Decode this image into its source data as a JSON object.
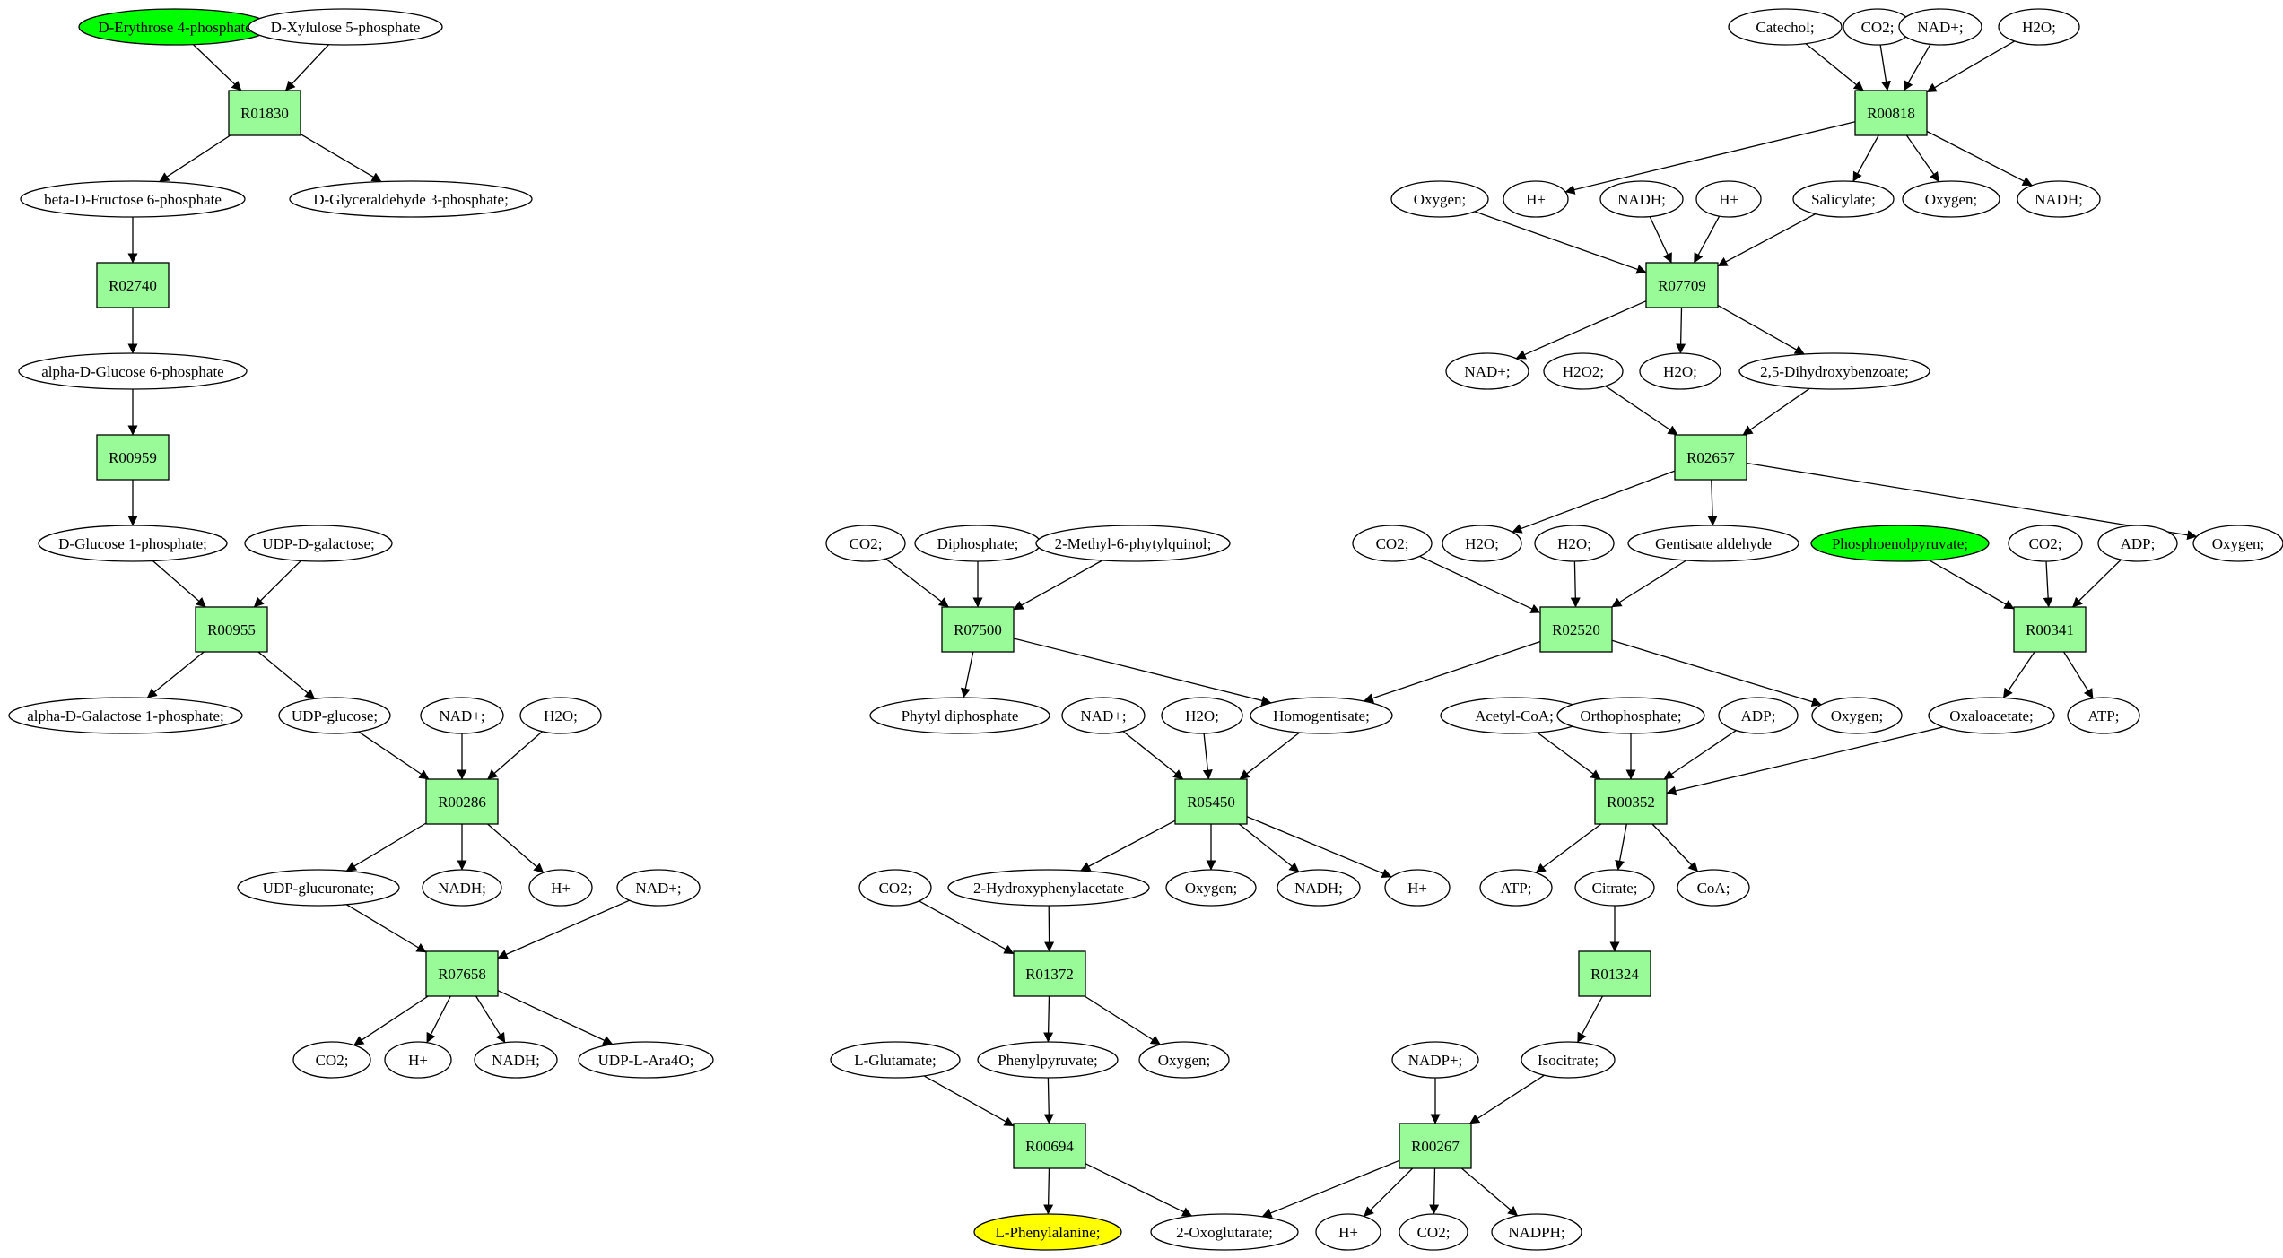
{
  "colors": {
    "reaction_fill": "#98fb98",
    "metabolite_fill": "#ffffff",
    "start_fill": "#00ff00",
    "target_fill": "#ffff00"
  },
  "metabolites": [
    {
      "id": "m1",
      "label": "D-Erythrose 4-phosphate",
      "role": "start"
    },
    {
      "id": "m2",
      "label": "D-Xylulose 5-phosphate"
    },
    {
      "id": "m3",
      "label": "beta-D-Fructose 6-phosphate"
    },
    {
      "id": "m4",
      "label": "D-Glyceraldehyde 3-phosphate;"
    },
    {
      "id": "m5",
      "label": "alpha-D-Glucose 6-phosphate"
    },
    {
      "id": "m6",
      "label": "D-Glucose 1-phosphate;"
    },
    {
      "id": "m7",
      "label": "UDP-D-galactose;"
    },
    {
      "id": "m8",
      "label": "alpha-D-Galactose 1-phosphate;"
    },
    {
      "id": "m9",
      "label": "UDP-glucose;"
    },
    {
      "id": "m10",
      "label": "NAD+;"
    },
    {
      "id": "m11",
      "label": "H2O;"
    },
    {
      "id": "m12",
      "label": "UDP-glucuronate;"
    },
    {
      "id": "m13",
      "label": "NADH;"
    },
    {
      "id": "m14",
      "label": "H+"
    },
    {
      "id": "m15",
      "label": "NAD+;"
    },
    {
      "id": "m16",
      "label": "CO2;"
    },
    {
      "id": "m17",
      "label": "H+"
    },
    {
      "id": "m18",
      "label": "NADH;"
    },
    {
      "id": "m19",
      "label": "UDP-L-Ara4O;"
    },
    {
      "id": "m20",
      "label": "Catechol;"
    },
    {
      "id": "m21",
      "label": "CO2;"
    },
    {
      "id": "m22",
      "label": "NAD+;"
    },
    {
      "id": "m23",
      "label": "H2O;"
    },
    {
      "id": "m24",
      "label": "Oxygen;"
    },
    {
      "id": "m25",
      "label": "H+"
    },
    {
      "id": "m26",
      "label": "NADH;"
    },
    {
      "id": "m27",
      "label": "H+"
    },
    {
      "id": "m28",
      "label": "Salicylate;"
    },
    {
      "id": "m29",
      "label": "Oxygen;"
    },
    {
      "id": "m30",
      "label": "NADH;"
    },
    {
      "id": "m31",
      "label": "NAD+;"
    },
    {
      "id": "m32",
      "label": "H2O2;"
    },
    {
      "id": "m33",
      "label": "H2O;"
    },
    {
      "id": "m34",
      "label": "2,5-Dihydroxybenzoate;"
    },
    {
      "id": "m35",
      "label": "CO2;"
    },
    {
      "id": "m36",
      "label": "Diphosphate;"
    },
    {
      "id": "m37",
      "label": "2-Methyl-6-phytylquinol;"
    },
    {
      "id": "m38",
      "label": "CO2;"
    },
    {
      "id": "m39",
      "label": "H2O;"
    },
    {
      "id": "m40",
      "label": "H2O;"
    },
    {
      "id": "m41",
      "label": "Gentisate aldehyde"
    },
    {
      "id": "m42",
      "label": "Phosphoenolpyruvate;",
      "role": "start"
    },
    {
      "id": "m43",
      "label": "CO2;"
    },
    {
      "id": "m44",
      "label": "ADP;"
    },
    {
      "id": "m45",
      "label": "Oxygen;"
    },
    {
      "id": "m46",
      "label": "Phytyl diphosphate"
    },
    {
      "id": "m47",
      "label": "NAD+;"
    },
    {
      "id": "m48",
      "label": "H2O;"
    },
    {
      "id": "m49",
      "label": "Homogentisate;"
    },
    {
      "id": "m50",
      "label": "Acetyl-CoA;"
    },
    {
      "id": "m51",
      "label": "Orthophosphate;"
    },
    {
      "id": "m52",
      "label": "ADP;"
    },
    {
      "id": "m53",
      "label": "Oxygen;"
    },
    {
      "id": "m54",
      "label": "Oxaloacetate;"
    },
    {
      "id": "m55",
      "label": "ATP;"
    },
    {
      "id": "m56",
      "label": "CO2;"
    },
    {
      "id": "m57",
      "label": "2-Hydroxyphenylacetate"
    },
    {
      "id": "m58",
      "label": "Oxygen;"
    },
    {
      "id": "m59",
      "label": "NADH;"
    },
    {
      "id": "m60",
      "label": "H+"
    },
    {
      "id": "m61",
      "label": "ATP;"
    },
    {
      "id": "m62",
      "label": "Citrate;"
    },
    {
      "id": "m63",
      "label": "CoA;"
    },
    {
      "id": "m64",
      "label": "L-Glutamate;"
    },
    {
      "id": "m65",
      "label": "Phenylpyruvate;"
    },
    {
      "id": "m66",
      "label": "Oxygen;"
    },
    {
      "id": "m67",
      "label": "NADP+;"
    },
    {
      "id": "m68",
      "label": "Isocitrate;"
    },
    {
      "id": "m69",
      "label": "L-Phenylalanine;",
      "role": "target"
    },
    {
      "id": "m70",
      "label": "2-Oxoglutarate;"
    },
    {
      "id": "m71",
      "label": "H+"
    },
    {
      "id": "m72",
      "label": "CO2;"
    },
    {
      "id": "m73",
      "label": "NADPH;"
    }
  ],
  "reactions": [
    {
      "id": "r1",
      "label": "R01830"
    },
    {
      "id": "r2",
      "label": "R02740"
    },
    {
      "id": "r3",
      "label": "R00959"
    },
    {
      "id": "r4",
      "label": "R00955"
    },
    {
      "id": "r5",
      "label": "R00286"
    },
    {
      "id": "r6",
      "label": "R07658"
    },
    {
      "id": "r7",
      "label": "R00818"
    },
    {
      "id": "r8",
      "label": "R07709"
    },
    {
      "id": "r9",
      "label": "R02657"
    },
    {
      "id": "r10",
      "label": "R07500"
    },
    {
      "id": "r11",
      "label": "R02520"
    },
    {
      "id": "r12",
      "label": "R00341"
    },
    {
      "id": "r13",
      "label": "R05450"
    },
    {
      "id": "r14",
      "label": "R00352"
    },
    {
      "id": "r15",
      "label": "R01372"
    },
    {
      "id": "r16",
      "label": "R01324"
    },
    {
      "id": "r17",
      "label": "R00694"
    },
    {
      "id": "r18",
      "label": "R00267"
    }
  ],
  "edges": [
    [
      "m1",
      "r1"
    ],
    [
      "m2",
      "r1"
    ],
    [
      "r1",
      "m3"
    ],
    [
      "r1",
      "m4"
    ],
    [
      "m3",
      "r2"
    ],
    [
      "r2",
      "m5"
    ],
    [
      "m5",
      "r3"
    ],
    [
      "r3",
      "m6"
    ],
    [
      "m6",
      "r4"
    ],
    [
      "m7",
      "r4"
    ],
    [
      "r4",
      "m8"
    ],
    [
      "r4",
      "m9"
    ],
    [
      "m9",
      "r5"
    ],
    [
      "m10",
      "r5"
    ],
    [
      "m11",
      "r5"
    ],
    [
      "r5",
      "m12"
    ],
    [
      "r5",
      "m13"
    ],
    [
      "r5",
      "m14"
    ],
    [
      "m12",
      "r6"
    ],
    [
      "m15",
      "r6"
    ],
    [
      "r6",
      "m16"
    ],
    [
      "r6",
      "m17"
    ],
    [
      "r6",
      "m18"
    ],
    [
      "r6",
      "m19"
    ],
    [
      "m20",
      "r7"
    ],
    [
      "m21",
      "r7"
    ],
    [
      "m22",
      "r7"
    ],
    [
      "m23",
      "r7"
    ],
    [
      "r7",
      "m25"
    ],
    [
      "r7",
      "m28"
    ],
    [
      "r7",
      "m29"
    ],
    [
      "r7",
      "m30"
    ],
    [
      "m24",
      "r8"
    ],
    [
      "m26",
      "r8"
    ],
    [
      "m27",
      "r8"
    ],
    [
      "m28",
      "r8"
    ],
    [
      "r8",
      "m31"
    ],
    [
      "r8",
      "m33"
    ],
    [
      "r8",
      "m34"
    ],
    [
      "m32",
      "r9"
    ],
    [
      "m34",
      "r9"
    ],
    [
      "r9",
      "m39"
    ],
    [
      "r9",
      "m41"
    ],
    [
      "r9",
      "m45"
    ],
    [
      "m35",
      "r10"
    ],
    [
      "m36",
      "r10"
    ],
    [
      "m37",
      "r10"
    ],
    [
      "r10",
      "m46"
    ],
    [
      "r10",
      "m49"
    ],
    [
      "m38",
      "r11"
    ],
    [
      "m40",
      "r11"
    ],
    [
      "m41",
      "r11"
    ],
    [
      "r11",
      "m49"
    ],
    [
      "r11",
      "m53"
    ],
    [
      "m42",
      "r12"
    ],
    [
      "m43",
      "r12"
    ],
    [
      "m44",
      "r12"
    ],
    [
      "r12",
      "m54"
    ],
    [
      "r12",
      "m55"
    ],
    [
      "m47",
      "r13"
    ],
    [
      "m48",
      "r13"
    ],
    [
      "m49",
      "r13"
    ],
    [
      "r13",
      "m57"
    ],
    [
      "r13",
      "m58"
    ],
    [
      "r13",
      "m59"
    ],
    [
      "r13",
      "m60"
    ],
    [
      "m50",
      "r14"
    ],
    [
      "m51",
      "r14"
    ],
    [
      "m52",
      "r14"
    ],
    [
      "m54",
      "r14"
    ],
    [
      "r14",
      "m61"
    ],
    [
      "r14",
      "m62"
    ],
    [
      "r14",
      "m63"
    ],
    [
      "m56",
      "r15"
    ],
    [
      "m57",
      "r15"
    ],
    [
      "r15",
      "m65"
    ],
    [
      "r15",
      "m66"
    ],
    [
      "m62",
      "r16"
    ],
    [
      "r16",
      "m68"
    ],
    [
      "m64",
      "r17"
    ],
    [
      "m65",
      "r17"
    ],
    [
      "r17",
      "m69"
    ],
    [
      "r17",
      "m70"
    ],
    [
      "m67",
      "r18"
    ],
    [
      "m68",
      "r18"
    ],
    [
      "r18",
      "m70"
    ],
    [
      "r18",
      "m71"
    ],
    [
      "r18",
      "m72"
    ],
    [
      "r18",
      "m73"
    ]
  ]
}
